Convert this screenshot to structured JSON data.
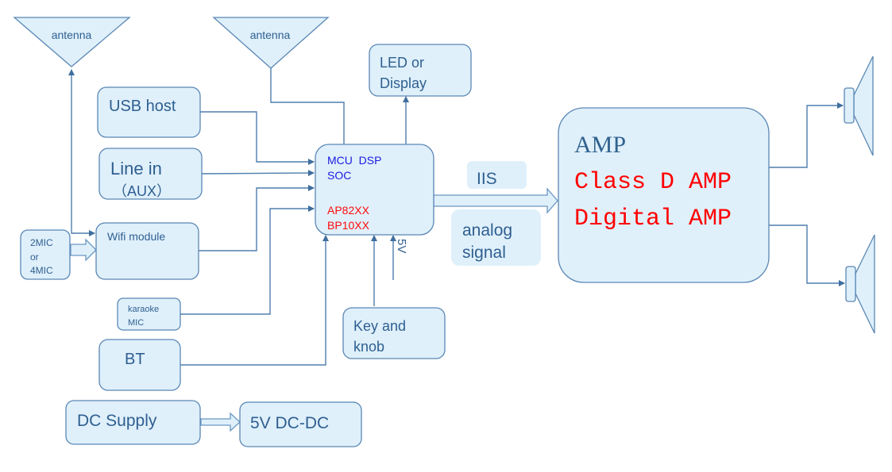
{
  "diagram": {
    "antenna_left": "antenna",
    "antenna_center": "antenna",
    "usb_host": "USB host",
    "line_in": [
      "Line in",
      "（AUX）"
    ],
    "wifi_module": "Wifi module",
    "mic_array": [
      "2MIC",
      "or",
      "4MIC"
    ],
    "karaoke_mic": [
      "karaoke",
      "MIC"
    ],
    "bt": "BT",
    "dc_supply": "DC Supply",
    "dc_dc": "5V DC-DC",
    "led_display": [
      "LED or",
      "Display"
    ],
    "soc": {
      "line1": "MCU  DSP",
      "line2": "SOC",
      "line3": "AP82XX",
      "line4": "BP10XX"
    },
    "power_label": "5V",
    "key_knob": [
      "Key and",
      "knob"
    ],
    "iis_label": "IIS",
    "analog_label": [
      "analog",
      "signal"
    ],
    "amp": {
      "title": "AMP",
      "line1": "Class D AMP",
      "line2": "Digital AMP"
    },
    "speakers": [
      "speaker-top",
      "speaker-bottom"
    ]
  }
}
